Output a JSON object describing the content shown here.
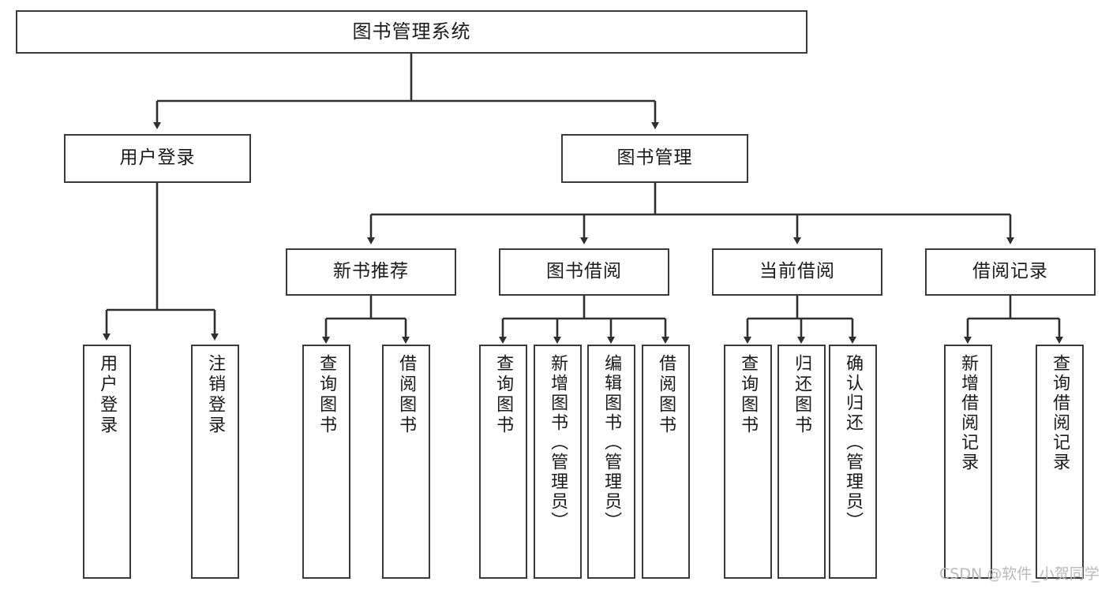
{
  "diagram": {
    "type": "tree",
    "title": "图书管理系统",
    "orientation": "top-down",
    "colors": {
      "box_border": "#3a3a3a",
      "box_fill": "#ffffff",
      "edge": "#2f2f2f",
      "text": "#1a1a1a",
      "watermark": "#b9b9b9",
      "background": "#ffffff"
    },
    "watermark": "CSDN @软件_小贺同学"
  },
  "nodes": {
    "root": {
      "label": "图书管理系统"
    },
    "level2": [
      {
        "label": "用户登录"
      },
      {
        "label": "图书管理"
      }
    ],
    "level3": [
      {
        "label": "新书推荐"
      },
      {
        "label": "图书借阅"
      },
      {
        "label": "当前借阅"
      },
      {
        "label": "借阅记录"
      }
    ],
    "leaves": {
      "user_login": [
        {
          "label": "用户登录"
        },
        {
          "label": "注销登录"
        }
      ],
      "new_book_recommend": [
        {
          "label": "查询图书"
        },
        {
          "label": "借阅图书"
        }
      ],
      "book_borrow": [
        {
          "label": "查询图书"
        },
        {
          "label": "新增图书（管理员）"
        },
        {
          "label": "编辑图书（管理员）"
        },
        {
          "label": "借阅图书"
        }
      ],
      "current_borrow": [
        {
          "label": "查询图书"
        },
        {
          "label": "归还图书"
        },
        {
          "label": "确认归还（管理员）"
        }
      ],
      "borrow_record": [
        {
          "label": "新增借阅记录"
        },
        {
          "label": "查询借阅记录"
        }
      ]
    }
  }
}
